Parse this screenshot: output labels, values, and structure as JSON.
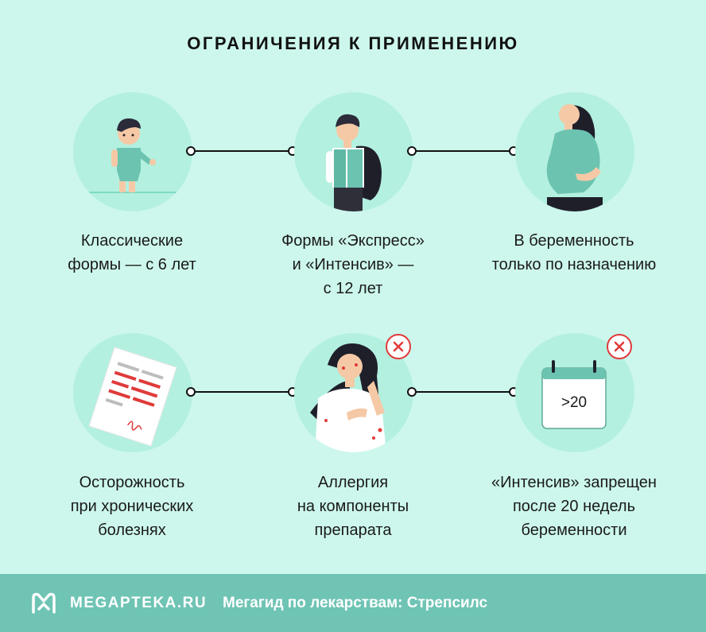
{
  "title": "ОГРАНИЧЕНИЯ К ПРИМЕНЕНИЮ",
  "items": [
    {
      "icon": "child-icon",
      "lines": [
        "Классические",
        "формы — с 6 лет"
      ]
    },
    {
      "icon": "schoolboy-icon",
      "lines": [
        "Формы «Экспресс»",
        "и «Интенсив» —",
        "с 12 лет"
      ]
    },
    {
      "icon": "pregnant-woman-icon",
      "lines": [
        "В беременность",
        "только по назначению"
      ]
    },
    {
      "icon": "medical-document-icon",
      "lines": [
        "Осторожность",
        "при хронических",
        "болезнях"
      ]
    },
    {
      "icon": "allergic-woman-icon",
      "lines": [
        "Аллергия",
        "на компоненты",
        "препарата"
      ]
    },
    {
      "icon": "calendar-icon",
      "calendar_text": ">20",
      "lines": [
        "«Интенсив» запрещен",
        "после 20 недель",
        "беременности"
      ]
    }
  ],
  "colors": {
    "background": "#cdf7ec",
    "circle": "#b3f0e0",
    "teal": "#6fc4b4",
    "warning": "#e03a3a"
  },
  "footer": {
    "brand": "MEGAPTEKA.RU",
    "tagline": "Мегагид по лекарствам: Стрепсилс"
  }
}
